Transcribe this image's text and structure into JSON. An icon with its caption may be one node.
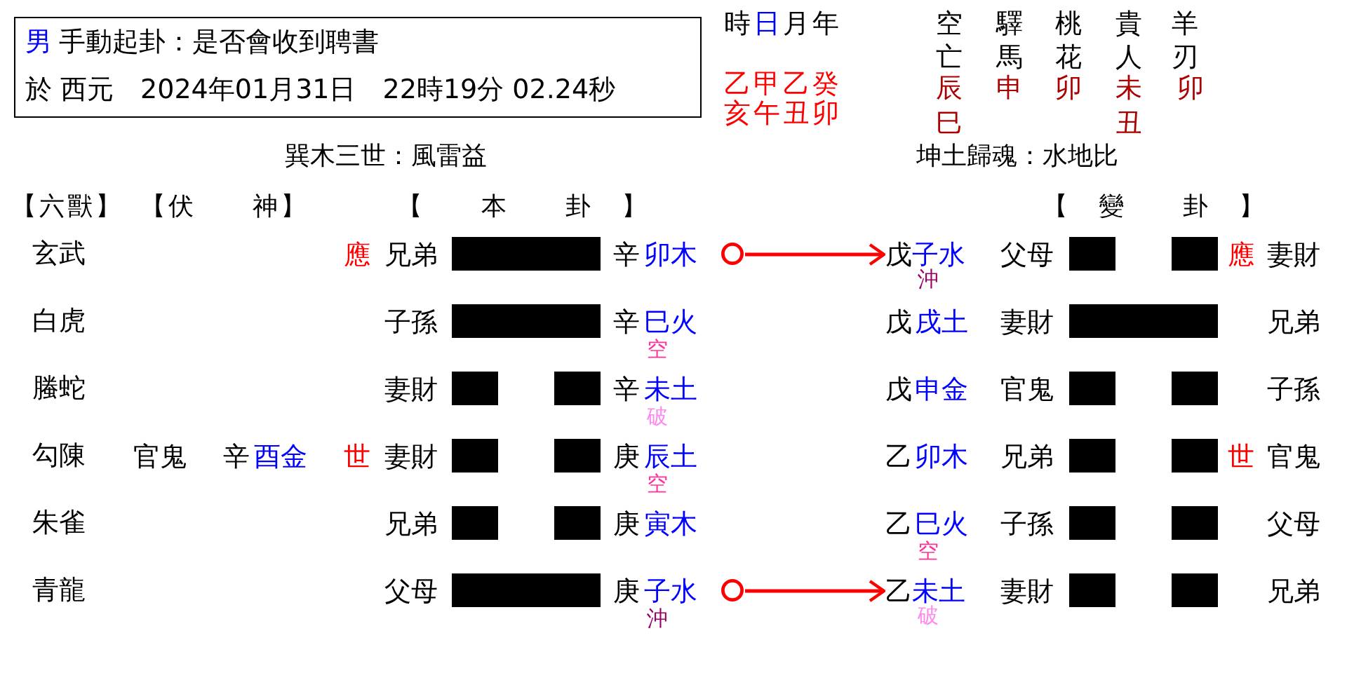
{
  "diagram": {
    "nodes": [
      {
        "text": [
          "男",
          "手動起卦：是否會收到聘書",
          "於 西元　2024年01月31日　22時19分 02.24秒"
        ]
      },
      {
        "text": [],
        "shape": "circle"
      },
      {
        "text": [
          "戊",
          "子水"
        ],
        "beside": [
          "沖"
        ]
      },
      {
        "text": [],
        "shape": "circle"
      },
      {
        "text": [
          "乙",
          "未土"
        ],
        "beside": [
          "破"
        ]
      }
    ],
    "edges": [
      {
        "from": 1,
        "to": 2,
        "arrow": "to"
      },
      {
        "from": 3,
        "to": 4,
        "arrow": "to"
      }
    ],
    "labels": [
      "時",
      "日",
      "月",
      "年",
      "空亡",
      "驛馬",
      "桃花",
      "貴人",
      "羊刃",
      "乙",
      "甲",
      "乙",
      "癸",
      "亥",
      "午",
      "丑",
      "卯",
      "辰",
      "申",
      "卯",
      "未",
      "卯",
      "巳",
      "丑",
      "巽木三世：風雷益",
      "坤土歸魂：水地比",
      "【六獸】",
      "【伏　　神】",
      "【　　本　　卦　】",
      "【　變　　卦　】",
      "玄武",
      "應",
      "兄弟",
      "辛",
      "卯木",
      "父母",
      "應",
      "妻財",
      "白虎",
      "子孫",
      "辛",
      "巳火",
      "空",
      "戊",
      "戌土",
      "妻財",
      "兄弟",
      "螣蛇",
      "妻財",
      "辛",
      "未土",
      "破",
      "戊",
      "申金",
      "官鬼",
      "子孫",
      "勾陳",
      "官鬼",
      "辛",
      "酉金",
      "世",
      "妻財",
      "庚",
      "辰土",
      "空",
      "乙",
      "卯木",
      "兄弟",
      "世",
      "官鬼",
      "朱雀",
      "兄弟",
      "庚",
      "寅木",
      "乙",
      "巳火",
      "空",
      "子孫",
      "父母",
      "青龍",
      "父母",
      "庚",
      "子水",
      "沖",
      "妻財",
      "兄弟"
    ]
  }
}
